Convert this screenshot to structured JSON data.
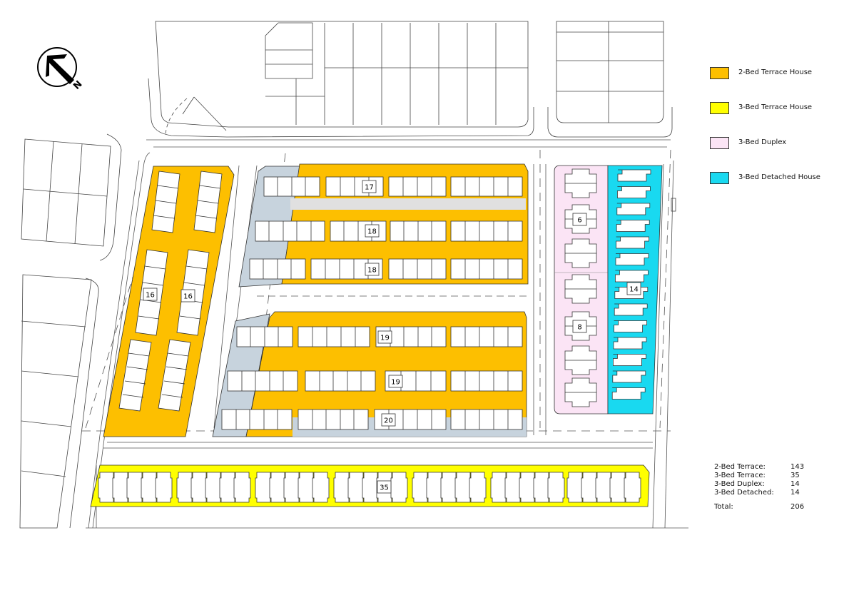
{
  "colors": {
    "two_bed_terrace": "#fdbf00",
    "three_bed_terrace": "#ffff00",
    "three_bed_duplex": "#fbe4f5",
    "three_bed_detached": "#19d9f0",
    "access_lane": "#c7d3dd",
    "parking_strip": "#e0e0e0",
    "outline": "#333333"
  },
  "north_arrow": {
    "label": "N",
    "icon": "north-arrow-icon"
  },
  "legend": {
    "items": [
      {
        "label": "2-Bed Terrace House",
        "color": "#fdbf00"
      },
      {
        "label": "3-Bed Terrace House",
        "color": "#ffff00"
      },
      {
        "label": "3-Bed Duplex",
        "color": "#fbe4f5"
      },
      {
        "label": "3-Bed Detached House",
        "color": "#19d9f0"
      }
    ]
  },
  "block_counts": {
    "west_a": "16",
    "west_b": "16",
    "north_row_1": "17",
    "north_row_2": "18",
    "north_row_3": "18",
    "south_row_1": "19",
    "south_row_2": "19",
    "south_row_3": "20",
    "duplex_north": "6",
    "duplex_south": "8",
    "detached": "14",
    "bottom_terrace": "35"
  },
  "summary": {
    "rows": [
      {
        "label": "2-Bed Terrace:",
        "value": "143"
      },
      {
        "label": "3-Bed Terrace:",
        "value": "35"
      },
      {
        "label": "3-Bed Duplex:",
        "value": "14"
      },
      {
        "label": "3-Bed Detached:",
        "value": "14"
      }
    ],
    "total": {
      "label": "Total:",
      "value": "206"
    }
  }
}
